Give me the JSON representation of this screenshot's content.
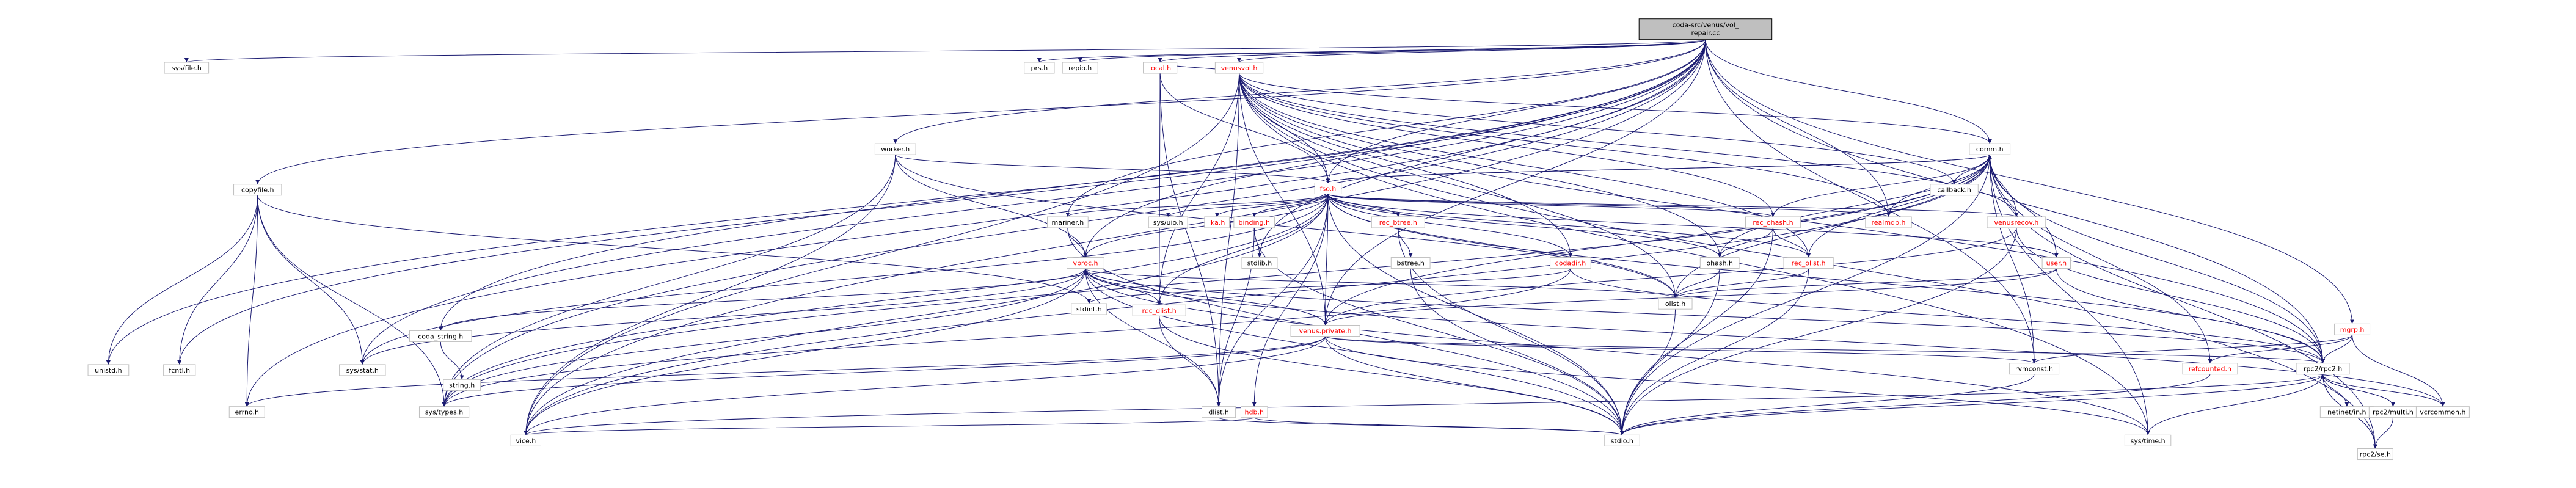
{
  "colors": {
    "background": "#ffffff",
    "node_fill": "#ffffff",
    "node_stroke": "#bfbfbf",
    "root_fill": "#bfbfbf",
    "root_stroke": "#000000",
    "text_default": "#000000",
    "text_linked_red": "#ff0000",
    "edge_color": "#191970"
  },
  "nodes": [
    {
      "id": "root",
      "label": "coda-src/venus/vol_repair.cc",
      "root": true
    },
    {
      "id": "sysfile",
      "label": "sys/file.h"
    },
    {
      "id": "prs",
      "label": "prs.h"
    },
    {
      "id": "repio",
      "label": "repio.h"
    },
    {
      "id": "local",
      "label": "local.h",
      "red": true
    },
    {
      "id": "venusvol",
      "label": "venusvol.h",
      "red": true
    },
    {
      "id": "worker",
      "label": "worker.h"
    },
    {
      "id": "comm",
      "label": "comm.h"
    },
    {
      "id": "copyfile",
      "label": "copyfile.h"
    },
    {
      "id": "fso",
      "label": "fso.h",
      "red": true
    },
    {
      "id": "mariner",
      "label": "mariner.h"
    },
    {
      "id": "vproc",
      "label": "vproc.h",
      "red": true
    },
    {
      "id": "unistd",
      "label": "unistd.h"
    },
    {
      "id": "fcntl",
      "label": "fcntl.h"
    },
    {
      "id": "errno",
      "label": "errno.h"
    },
    {
      "id": "sysstat",
      "label": "sys/stat.h"
    },
    {
      "id": "codastring",
      "label": "coda_string.h"
    },
    {
      "id": "string",
      "label": "string.h"
    },
    {
      "id": "systypes",
      "label": "sys/types.h"
    },
    {
      "id": "vice",
      "label": "vice.h"
    },
    {
      "id": "sysuio",
      "label": "sys/uio.h"
    },
    {
      "id": "lka",
      "label": "lka.h",
      "red": true
    },
    {
      "id": "binding",
      "label": "binding.h",
      "red": true
    },
    {
      "id": "stdlib",
      "label": "stdlib.h"
    },
    {
      "id": "recbtree",
      "label": "rec_btree.h",
      "red": true
    },
    {
      "id": "bstree",
      "label": "bstree.h"
    },
    {
      "id": "codadir",
      "label": "codadir.h",
      "red": true
    },
    {
      "id": "recohash",
      "label": "rec_ohash.h",
      "red": true
    },
    {
      "id": "ohash",
      "label": "ohash.h"
    },
    {
      "id": "recolist",
      "label": "rec_olist.h",
      "red": true
    },
    {
      "id": "olist",
      "label": "olist.h"
    },
    {
      "id": "realmdb",
      "label": "realmdb.h",
      "red": true
    },
    {
      "id": "venusrecov",
      "label": "venusrecov.h",
      "red": true
    },
    {
      "id": "user",
      "label": "user.h",
      "red": true
    },
    {
      "id": "callback",
      "label": "callback.h"
    },
    {
      "id": "recdlist",
      "label": "rec_dlist.h",
      "red": true
    },
    {
      "id": "dlist",
      "label": "dlist.h"
    },
    {
      "id": "hdb",
      "label": "hdb.h",
      "red": true
    },
    {
      "id": "stdint",
      "label": "stdint.h"
    },
    {
      "id": "venusprivate",
      "label": "venus.private.h",
      "red": true
    },
    {
      "id": "rvmconst",
      "label": "rvmconst.h"
    },
    {
      "id": "stdio",
      "label": "stdio.h"
    },
    {
      "id": "systime",
      "label": "sys/time.h"
    },
    {
      "id": "mgrp",
      "label": "mgrp.h",
      "red": true
    },
    {
      "id": "refcounted",
      "label": "refcounted.h",
      "red": true
    },
    {
      "id": "rpc2",
      "label": "rpc2/rpc2.h"
    },
    {
      "id": "netinet",
      "label": "netinet/in.h"
    },
    {
      "id": "multi",
      "label": "rpc2/multi.h"
    },
    {
      "id": "se",
      "label": "rpc2/se.h"
    },
    {
      "id": "vcrcommon",
      "label": "vcrcommon.h"
    }
  ],
  "edges": [
    [
      "root",
      "sysfile"
    ],
    [
      "root",
      "prs"
    ],
    [
      "root",
      "repio"
    ],
    [
      "root",
      "local"
    ],
    [
      "root",
      "venusvol"
    ],
    [
      "root",
      "worker"
    ],
    [
      "root",
      "comm"
    ],
    [
      "root",
      "copyfile"
    ],
    [
      "root",
      "fso"
    ],
    [
      "root",
      "mariner"
    ],
    [
      "root",
      "vproc"
    ],
    [
      "root",
      "unistd"
    ],
    [
      "root",
      "fcntl"
    ],
    [
      "root",
      "errno"
    ],
    [
      "root",
      "sysstat"
    ],
    [
      "root",
      "codastring"
    ],
    [
      "root",
      "systypes"
    ],
    [
      "root",
      "vice"
    ],
    [
      "root",
      "stdlib"
    ],
    [
      "root",
      "realmdb"
    ],
    [
      "root",
      "venusprivate"
    ],
    [
      "root",
      "rvmconst"
    ],
    [
      "root",
      "rpc2"
    ],
    [
      "root",
      "mgrp"
    ],
    [
      "local",
      "venusvol"
    ],
    [
      "local",
      "fso"
    ],
    [
      "local",
      "recdlist"
    ],
    [
      "local",
      "dlist"
    ],
    [
      "venusvol",
      "comm"
    ],
    [
      "venusvol",
      "fso"
    ],
    [
      "venusvol",
      "callback"
    ],
    [
      "venusvol",
      "recdlist"
    ],
    [
      "venusvol",
      "recohash"
    ],
    [
      "venusvol",
      "ohash"
    ],
    [
      "venusvol",
      "recolist"
    ],
    [
      "venusvol",
      "olist"
    ],
    [
      "venusvol",
      "realmdb"
    ],
    [
      "venusvol",
      "venusrecov"
    ],
    [
      "venusvol",
      "codadir"
    ],
    [
      "venusvol",
      "venusprivate"
    ],
    [
      "venusvol",
      "vice"
    ],
    [
      "venusvol",
      "dlist"
    ],
    [
      "venusvol",
      "rpc2"
    ],
    [
      "venusvol",
      "se"
    ],
    [
      "venusvol",
      "systime"
    ],
    [
      "worker",
      "fso"
    ],
    [
      "worker",
      "vproc"
    ],
    [
      "worker",
      "systypes"
    ],
    [
      "worker",
      "vice"
    ],
    [
      "worker",
      "olist"
    ],
    [
      "copyfile",
      "unistd"
    ],
    [
      "copyfile",
      "fcntl"
    ],
    [
      "copyfile",
      "errno"
    ],
    [
      "copyfile",
      "sysstat"
    ],
    [
      "copyfile",
      "systypes"
    ],
    [
      "copyfile",
      "stdint"
    ],
    [
      "comm",
      "fso"
    ],
    [
      "comm",
      "callback"
    ],
    [
      "comm",
      "realmdb"
    ],
    [
      "comm",
      "venusrecov"
    ],
    [
      "comm",
      "recohash"
    ],
    [
      "comm",
      "ohash"
    ],
    [
      "comm",
      "olist"
    ],
    [
      "comm",
      "user"
    ],
    [
      "comm",
      "venusprivate"
    ],
    [
      "comm",
      "rvmconst"
    ],
    [
      "comm",
      "rpc2"
    ],
    [
      "comm",
      "se"
    ],
    [
      "comm",
      "stdio"
    ],
    [
      "comm",
      "systime"
    ],
    [
      "comm",
      "refcounted"
    ],
    [
      "comm",
      "systypes"
    ],
    [
      "comm",
      "recolist"
    ],
    [
      "comm",
      "vice"
    ],
    [
      "fso",
      "comm"
    ],
    [
      "fso",
      "sysuio"
    ],
    [
      "fso",
      "lka"
    ],
    [
      "fso",
      "binding"
    ],
    [
      "fso",
      "mariner"
    ],
    [
      "fso",
      "vproc"
    ],
    [
      "fso",
      "recbtree"
    ],
    [
      "fso",
      "codadir"
    ],
    [
      "fso",
      "recohash"
    ],
    [
      "fso",
      "ohash"
    ],
    [
      "fso",
      "recolist"
    ],
    [
      "fso",
      "olist"
    ],
    [
      "fso",
      "realmdb"
    ],
    [
      "fso",
      "venusrecov"
    ],
    [
      "fso",
      "user"
    ],
    [
      "fso",
      "recdlist"
    ],
    [
      "fso",
      "dlist"
    ],
    [
      "fso",
      "hdb"
    ],
    [
      "fso",
      "venusprivate"
    ],
    [
      "fso",
      "stdio"
    ],
    [
      "fso",
      "sysstat"
    ],
    [
      "fso",
      "systypes"
    ],
    [
      "fso",
      "vice"
    ],
    [
      "fso",
      "rpc2"
    ],
    [
      "mariner",
      "vproc"
    ],
    [
      "mariner",
      "stdio"
    ],
    [
      "binding",
      "stdlib"
    ],
    [
      "binding",
      "dlist"
    ],
    [
      "binding",
      "stdio"
    ],
    [
      "recbtree",
      "bstree"
    ],
    [
      "recbtree",
      "stdio"
    ],
    [
      "bstree",
      "stdio"
    ],
    [
      "codadir",
      "stdint"
    ],
    [
      "codadir",
      "systypes"
    ],
    [
      "codadir",
      "rpc2"
    ],
    [
      "recohash",
      "recolist"
    ],
    [
      "recohash",
      "ohash"
    ],
    [
      "recohash",
      "stdio"
    ],
    [
      "ohash",
      "olist"
    ],
    [
      "ohash",
      "stdio"
    ],
    [
      "recolist",
      "olist"
    ],
    [
      "recolist",
      "stdio"
    ],
    [
      "olist",
      "stdio"
    ],
    [
      "venusrecov",
      "rpc2"
    ],
    [
      "venusrecov",
      "stdio"
    ],
    [
      "venusrecov",
      "venusprivate"
    ],
    [
      "user",
      "comm"
    ],
    [
      "user",
      "olist"
    ],
    [
      "user",
      "rpc2"
    ],
    [
      "user",
      "venusprivate"
    ],
    [
      "vproc",
      "sysstat"
    ],
    [
      "vproc",
      "codastring"
    ],
    [
      "vproc",
      "systypes"
    ],
    [
      "vproc",
      "vice"
    ],
    [
      "vproc",
      "recdlist"
    ],
    [
      "vproc",
      "dlist"
    ],
    [
      "vproc",
      "olist"
    ],
    [
      "vproc",
      "stdio"
    ],
    [
      "vproc",
      "venusprivate"
    ],
    [
      "vproc",
      "rpc2"
    ],
    [
      "vproc",
      "systime"
    ],
    [
      "vproc",
      "vcrcommon"
    ],
    [
      "codastring",
      "string"
    ],
    [
      "recdlist",
      "dlist"
    ],
    [
      "recdlist",
      "stdio"
    ],
    [
      "dlist",
      "stdio"
    ],
    [
      "hdb",
      "vice"
    ],
    [
      "hdb",
      "stdio"
    ],
    [
      "venusprivate",
      "errno"
    ],
    [
      "venusprivate",
      "systypes"
    ],
    [
      "venusprivate",
      "vice"
    ],
    [
      "venusprivate",
      "stdio"
    ],
    [
      "venusprivate",
      "systime"
    ],
    [
      "venusprivate",
      "rvmconst"
    ],
    [
      "venusprivate",
      "rpc2"
    ],
    [
      "rvmconst",
      "stdio"
    ],
    [
      "mgrp",
      "rpc2"
    ],
    [
      "mgrp",
      "rvmconst"
    ],
    [
      "mgrp",
      "refcounted"
    ],
    [
      "mgrp",
      "vcrcommon"
    ],
    [
      "refcounted",
      "stdio"
    ],
    [
      "rpc2",
      "vice"
    ],
    [
      "rpc2",
      "stdio"
    ],
    [
      "rpc2",
      "netinet"
    ],
    [
      "rpc2",
      "systime"
    ],
    [
      "rpc2",
      "multi"
    ],
    [
      "rpc2",
      "se"
    ],
    [
      "rpc2",
      "vcrcommon"
    ],
    [
      "multi",
      "rpc2"
    ],
    [
      "multi",
      "se"
    ],
    [
      "se",
      "rpc2"
    ]
  ]
}
